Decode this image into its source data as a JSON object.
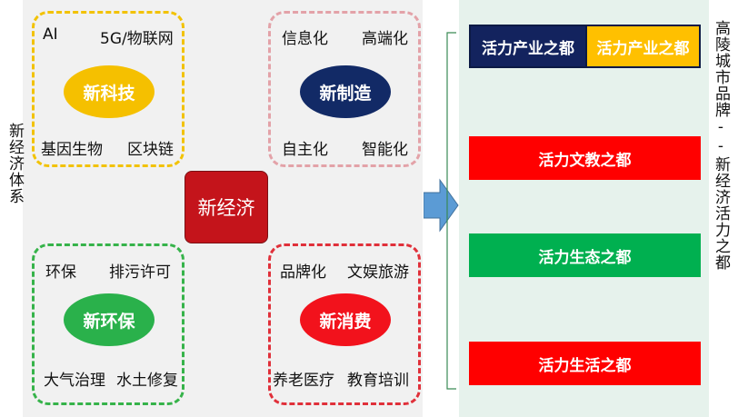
{
  "left_label": "新经济体系",
  "center_label": "新经济",
  "quadrants": [
    {
      "title": "新科技",
      "tags": [
        "AI",
        "5G/物联网",
        "基因生物",
        "区块链"
      ]
    },
    {
      "title": "新制造",
      "tags": [
        "信息化",
        "高端化",
        "自主化",
        "智能化"
      ]
    },
    {
      "title": "新环保",
      "tags": [
        "环保",
        "排污许可",
        "大气治理",
        "水土修复"
      ]
    },
    {
      "title": "新消费",
      "tags": [
        "品牌化",
        "文娱旅游",
        "养老医疗",
        "教育培训"
      ]
    }
  ],
  "city_brands": [
    {
      "left": "活力产业之都",
      "right": "活力产业之都"
    },
    {
      "label": "活力文教之都"
    },
    {
      "label": "活力生态之都"
    },
    {
      "label": "活力生活之都"
    }
  ],
  "right_label": "高陵城市品牌--新经济活力之都",
  "colors": {
    "tech": "#f5c000",
    "manufacturing": "#122a66",
    "environment": "#2ab14b",
    "consumption": "#f2121c",
    "center": "#c4141b",
    "arrow": "#5b9bd5"
  }
}
